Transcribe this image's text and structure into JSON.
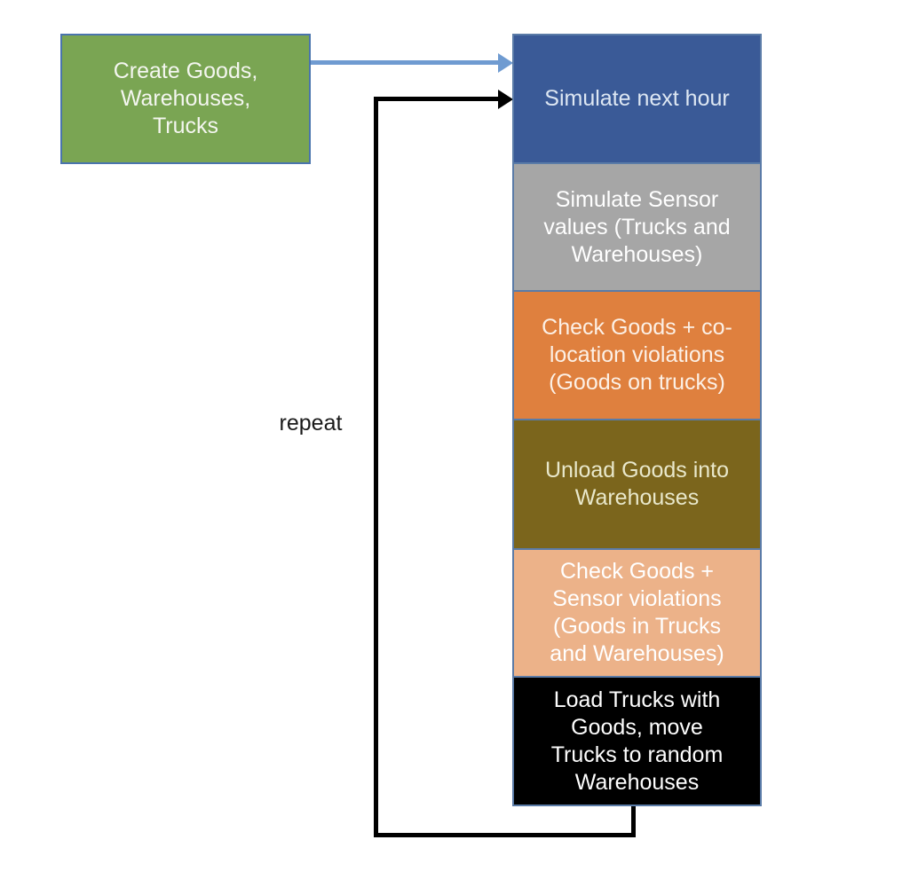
{
  "diagram": {
    "kind": "flowchart",
    "loop_label": "repeat",
    "start_box": {
      "label": "Create Goods,\nWarehouses,\nTrucks",
      "fill": "#7aa553",
      "text_color": "#f4f6f0",
      "border_color": "#4a74ad"
    },
    "steps": [
      {
        "id": "simulate-next-hour",
        "label": "Simulate next hour",
        "fill": "#3a5a97",
        "text_color": "#dde7f3"
      },
      {
        "id": "simulate-sensor-values",
        "label": "Simulate Sensor\nvalues (Trucks and\nWarehouses)",
        "fill": "#a6a6a6",
        "text_color": "#ffffff"
      },
      {
        "id": "check-goods-colocation-violations",
        "label": "Check Goods + co-\nlocation violations\n(Goods on  trucks)",
        "fill": "#df803e",
        "text_color": "#fcf0e6"
      },
      {
        "id": "unload-goods-into-warehouses",
        "label": "Unload Goods into\nWarehouses",
        "fill": "#7b651c",
        "text_color": "#e9e8cb"
      },
      {
        "id": "check-goods-sensor-violations",
        "label": "Check Goods +\nSensor violations\n(Goods in Trucks\nand Warehouses)",
        "fill": "#ecb289",
        "text_color": "#ffffff"
      },
      {
        "id": "load-trucks-move-trucks",
        "label": "Load Trucks with\nGoods, move\nTrucks to random\nWarehouses",
        "fill": "#000000",
        "text_color": "#fdfdfd"
      }
    ],
    "arrows": {
      "init_arrow_color": "#6f9bd1",
      "loop_arrow_color": "#000000"
    },
    "column_border_color": "#5a7ba7"
  }
}
